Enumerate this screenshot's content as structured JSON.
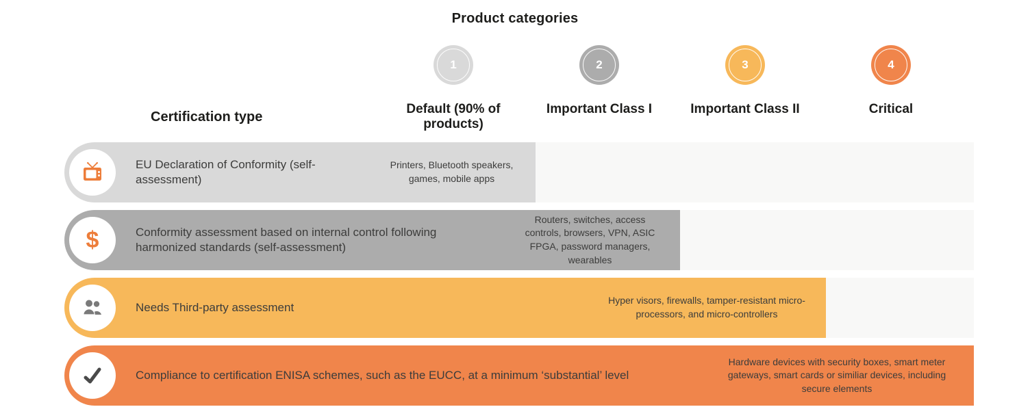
{
  "title": "Product categories",
  "table": {
    "row_header_label": "Certification type",
    "columns": [
      {
        "number": "1",
        "label": "Default (90% of products)",
        "color": "#d9d9d9"
      },
      {
        "number": "2",
        "label": "Important Class I",
        "color": "#acacac"
      },
      {
        "number": "3",
        "label": "Important Class II",
        "color": "#f7b85a"
      },
      {
        "number": "4",
        "label": "Critical",
        "color": "#f0854b"
      }
    ],
    "rows": [
      {
        "icon": "tv-icon",
        "certification": "EU Declaration of Conformity (self-assessment)",
        "products": "Printers, Bluetooth speakers, games, mobile apps",
        "span_columns": 1,
        "color": "#d9d9d9"
      },
      {
        "icon": "dollar-icon",
        "certification": "Conformity assessment based on internal control following harmonized standards (self-assessment)",
        "products": "Routers, switches, access controls, browsers, VPN, ASIC FPGA, password managers, wearables",
        "span_columns": 2,
        "color": "#acacac"
      },
      {
        "icon": "people-icon",
        "certification": "Needs Third-party assessment",
        "products": "Hyper visors, firewalls, tamper-resistant micro-processors, and micro-controllers",
        "span_columns": 3,
        "color": "#f7b85a"
      },
      {
        "icon": "check-icon",
        "certification": "Compliance to certification ENISA schemes, such as the EUCC, at a minimum ‘substantial’ level",
        "products": "Hardware devices with security boxes, smart meter gateways, smart cards or similiar devices, including secure elements",
        "span_columns": 4,
        "color": "#f0854b"
      }
    ]
  },
  "colors": {
    "level_1": "#d9d9d9",
    "level_2": "#acacac",
    "level_3": "#f7b85a",
    "level_4": "#f0854b",
    "icon_orange": "#ed7d3a",
    "icon_gray": "#7a7a7a",
    "check_dark": "#4a4a4a",
    "row_track": "#f8f8f7"
  },
  "dollar_glyph": "$"
}
